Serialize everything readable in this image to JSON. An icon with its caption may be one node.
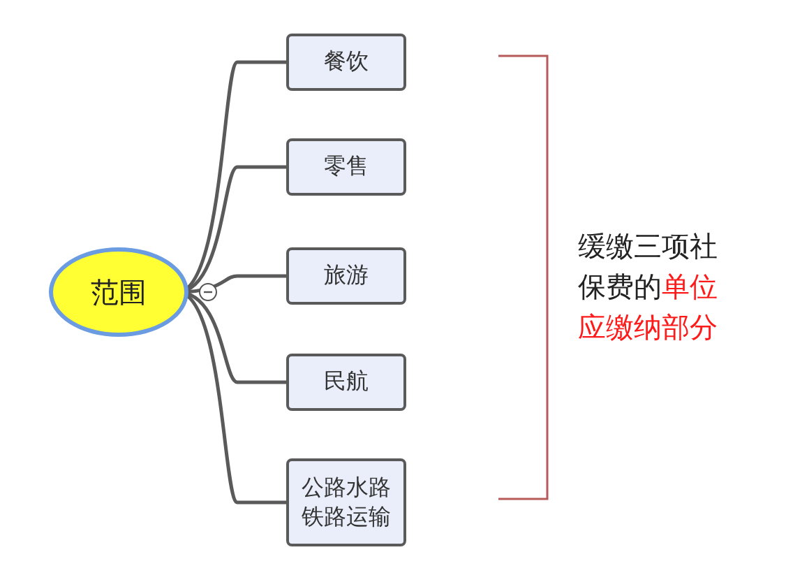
{
  "diagram": {
    "nodes": [
      {
        "text": [
          "范围"
        ]
      },
      {
        "text": [
          "餐饮"
        ]
      },
      {
        "text": [
          "零售"
        ]
      },
      {
        "text": [
          "旅游"
        ]
      },
      {
        "text": [
          "民航"
        ]
      },
      {
        "text": [
          "公路水路铁路运输"
        ]
      }
    ],
    "edges": [
      {
        "from": 0,
        "to": 1,
        "arrow": "none"
      },
      {
        "from": 0,
        "to": 2,
        "arrow": "none"
      },
      {
        "from": 0,
        "to": 3,
        "arrow": "none"
      },
      {
        "from": 0,
        "to": 4,
        "arrow": "none"
      },
      {
        "from": 0,
        "to": 5,
        "arrow": "none"
      }
    ],
    "labels": [
      "缓缴三项社保费的",
      "单位应缴纳部分"
    ]
  }
}
